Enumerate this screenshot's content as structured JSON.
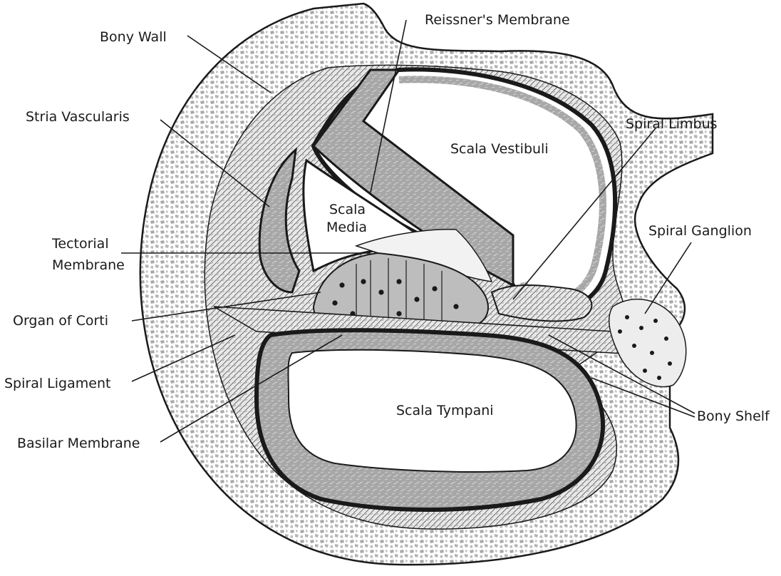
{
  "diagram": {
    "labels": {
      "bony_wall": "Bony Wall",
      "reissners_membrane": "Reissner's Membrane",
      "stria_vascularis": "Stria Vascularis",
      "spiral_limbus": "Spiral Limbus",
      "scala_vestibuli": "Scala Vestibuli",
      "scala_media_line1": "Scala",
      "scala_media_line2": "Media",
      "spiral_ganglion": "Spiral Ganglion",
      "tectorial_line1": "Tectorial",
      "tectorial_line2": "Membrane",
      "organ_of_corti": "Organ of Corti",
      "spiral_ligament": "Spiral Ligament",
      "scala_tympani": "Scala Tympani",
      "bony_shelf": "Bony Shelf",
      "basilar_membrane": "Basilar Membrane"
    },
    "colors": {
      "bone_fill": "#c9c9c9",
      "duct_fill": "#b3b3b3",
      "outline": "#1a1a1a",
      "background": "#ffffff"
    }
  }
}
